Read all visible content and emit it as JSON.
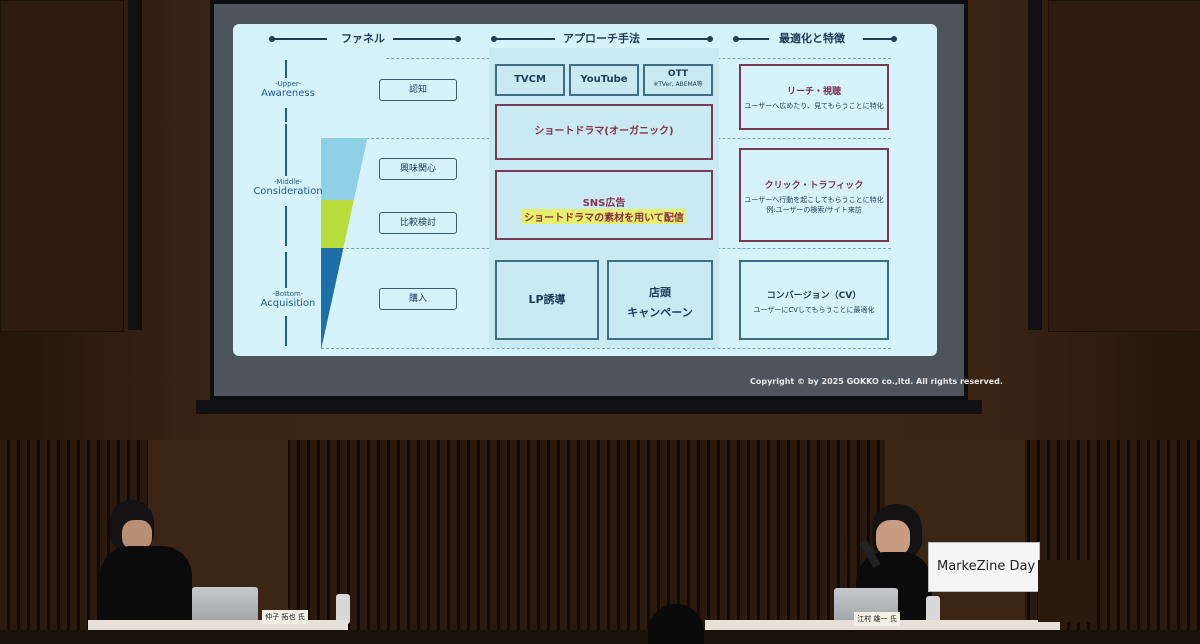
{
  "slide": {
    "headers": {
      "funnel": "ファネル",
      "approach": "アプローチ手法",
      "optimize": "最適化と特徴"
    },
    "stages": [
      {
        "small": "-Upper-",
        "big": "Awareness"
      },
      {
        "small": "-Middle-",
        "big": "Consideration"
      },
      {
        "small": "-Bottom-",
        "big": "Acquisition"
      }
    ],
    "funnel_boxes": [
      "認知",
      "興味関心",
      "比較検討",
      "購入"
    ],
    "media": {
      "tvcm": "TVCM",
      "youtube": "YouTube",
      "ott": "OTT",
      "ott_note": "※TVer, ABEMA等"
    },
    "short_drama": "ショートドラマ(オーガニック)",
    "sns_ad": "SNS広告",
    "sns_ad_sub": "ショートドラマの素材を用いて配信",
    "lp": "LP誘導",
    "store_line1": "店頭",
    "store_line2": "キャンペーン",
    "results": [
      {
        "title": "リーチ・視聴",
        "desc": "ユーザーへ広めたり、見てもらうことに特化",
        "desc2": ""
      },
      {
        "title": "クリック・トラフィック",
        "desc": "ユーザーへ行動を起こしてもらうことに特化",
        "desc2": "例:ユーザーの検索/サイト来訪"
      },
      {
        "title": "コンバージョン（CV）",
        "desc": "ユーザーにCVしてもらうことに最適化",
        "desc2": ""
      }
    ],
    "copyright": "Copyright © by 2025 GOKKO co.,ltd. All rights reserved."
  },
  "event": {
    "logo": "MarkeZine Day"
  },
  "nameplates": {
    "left": "仲子 拓也 氏",
    "right": "江村 雄一 氏"
  },
  "colors": {
    "slide_bg": "#d6f3fb",
    "navy": "#1f3b57",
    "accent": "#7a2f4f",
    "highlight": "#e6f06a"
  }
}
